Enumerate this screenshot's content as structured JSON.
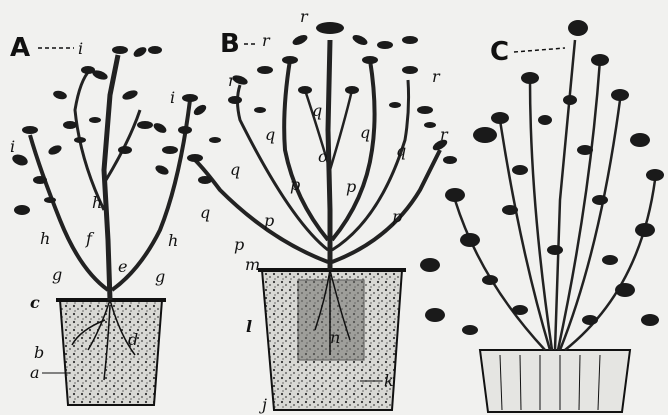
{
  "panels": [
    {
      "letter": "A",
      "pointer": "i"
    },
    {
      "letter": "B",
      "pointer": "r"
    },
    {
      "letter": "C",
      "pointer": ""
    }
  ],
  "labels": {
    "a": "a",
    "b": "b",
    "c": "c",
    "d": "d",
    "e": "e",
    "f": "f",
    "g": "g",
    "h": "h",
    "i": "i",
    "j": "j",
    "k": "k",
    "l": "l",
    "m": "m",
    "n": "n",
    "o": "o",
    "p": "p",
    "q": "q",
    "r": "r"
  }
}
